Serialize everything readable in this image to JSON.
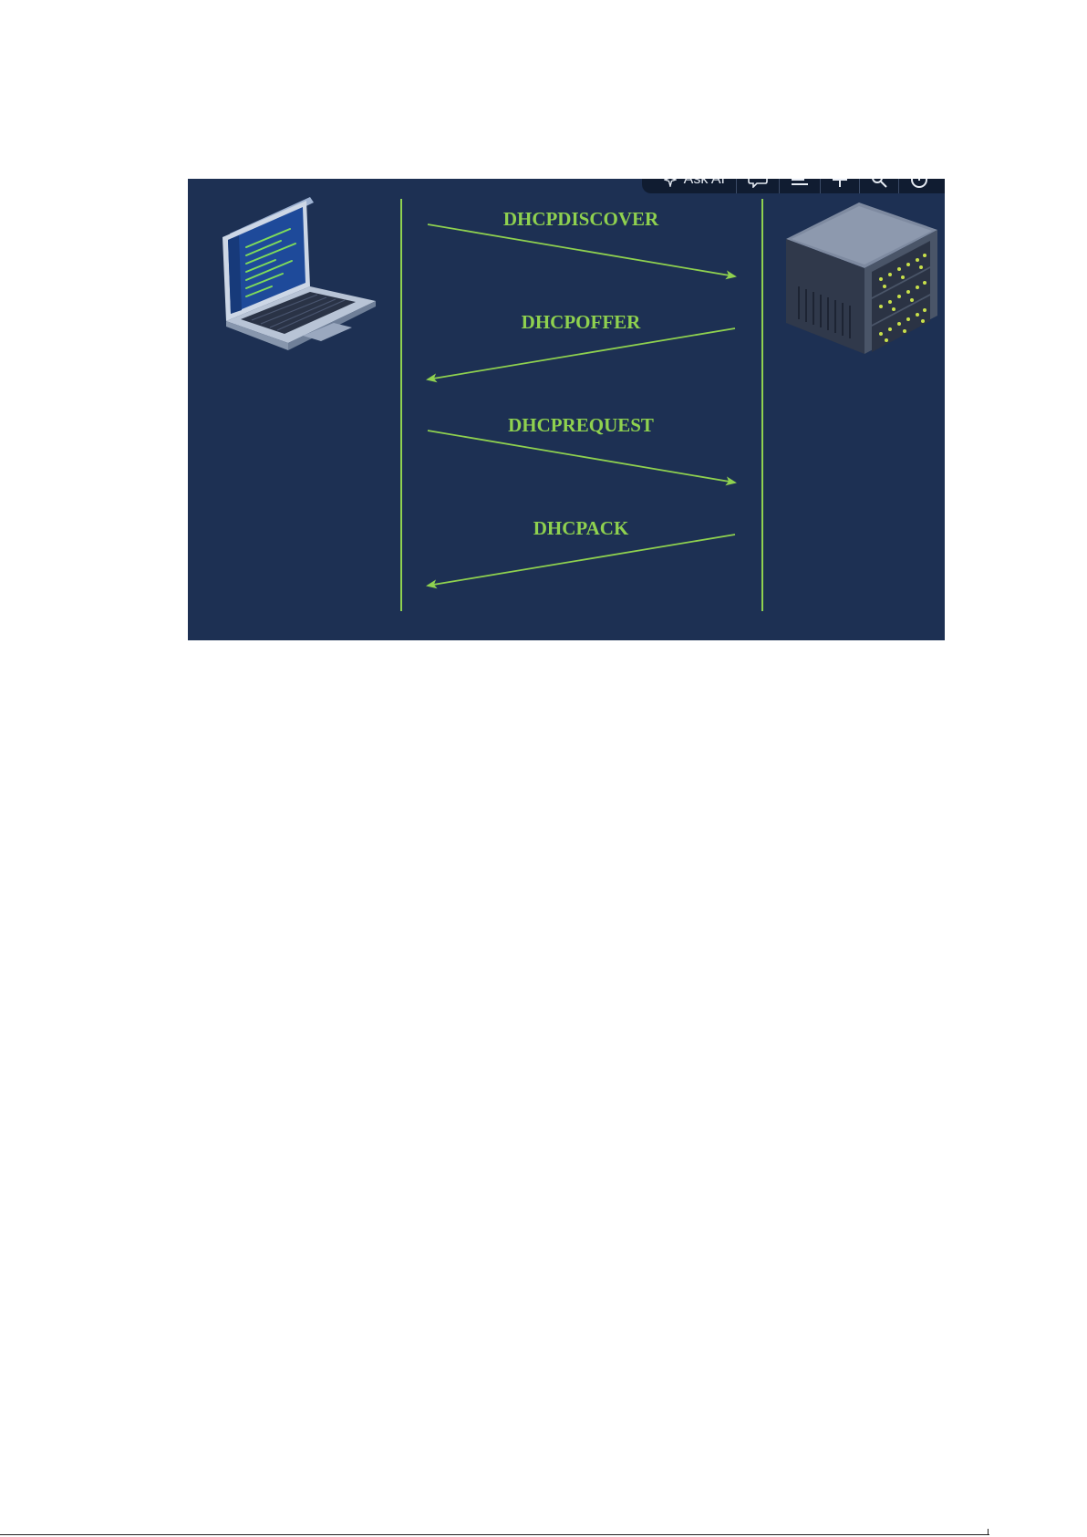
{
  "figure": {
    "background": "#1d3053",
    "arrow_color": "#8fd14f",
    "client_icon": "laptop-icon",
    "server_icon": "server-icon",
    "messages": [
      {
        "label": "DHCPDISCOVER",
        "direction": "client-to-server"
      },
      {
        "label": "DHCPOFFER",
        "direction": "server-to-client"
      },
      {
        "label": "DHCPREQUEST",
        "direction": "client-to-server"
      },
      {
        "label": "DHCPACK",
        "direction": "server-to-client"
      }
    ]
  },
  "toolbar": {
    "ask_ai_label": "Ask AI",
    "icons": [
      "sparkle-icon",
      "comment-icon",
      "menu-icon",
      "plus-icon",
      "search-icon",
      "circle-icon"
    ]
  }
}
